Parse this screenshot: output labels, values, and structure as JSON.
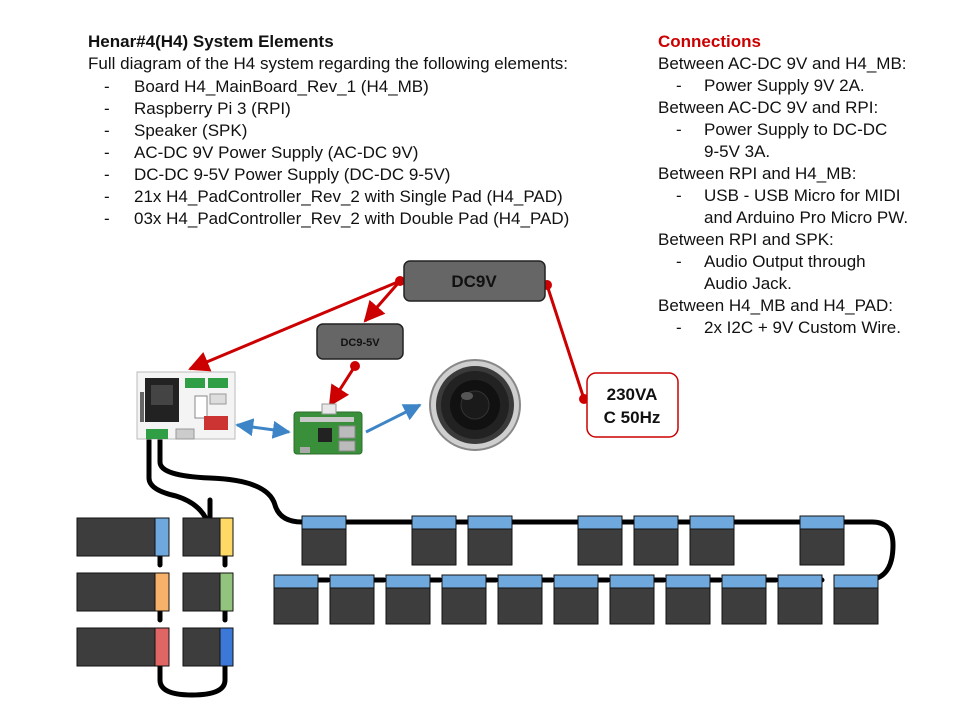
{
  "header": {
    "title": "Henar#4(H4) System Elements",
    "description": "Full diagram of the H4 system regarding the following elements:",
    "elements": [
      "Board H4_MainBoard_Rev_1 (H4_MB)",
      "Raspberry Pi 3 (RPI)",
      "Speaker (SPK)",
      "AC-DC 9V Power Supply (AC-DC 9V)",
      "DC-DC 9-5V Power Supply (DC-DC 9-5V)",
      "21x H4_PadController_Rev_2 with Single Pad (H4_PAD)",
      "03x H4_PadController_Rev_2 with Double Pad (H4_PAD)"
    ]
  },
  "connections": {
    "title": "Connections",
    "title_color": "#cc0000",
    "items": [
      {
        "pair": "Between AC-DC 9V and H4_MB:",
        "lines": [
          "Power Supply 9V 2A."
        ]
      },
      {
        "pair": "Between AC-DC 9V and RPI:",
        "lines": [
          "Power Supply to DC-DC",
          "9-5V 3A."
        ]
      },
      {
        "pair": "Between RPI and H4_MB:",
        "lines": [
          "USB - USB Micro for MIDI",
          "and Arduino Pro Micro PW."
        ]
      },
      {
        "pair": "Between RPI and SPK:",
        "lines": [
          "Audio Output through",
          "Audio Jack."
        ]
      },
      {
        "pair": "Between H4_MB and H4_PAD:",
        "lines": [
          "2x I2C + 9V Custom Wire."
        ]
      }
    ]
  },
  "diagram": {
    "dc9v_label": "DC9V",
    "dc95v_label": "DC9-5V",
    "mains_label_1": "230VA",
    "mains_label_2": "C 50Hz",
    "colors": {
      "power_line": "#cc0000",
      "data_line": "#3d85c6",
      "pad_body": "#3d3d3d",
      "pad_top": "#6fa8dc",
      "supply_box": "#666666",
      "cable": "#000000"
    },
    "double_pad_colors": [
      "#6fa8dc",
      "#ffd966",
      "#f6b26b",
      "#93c47d",
      "#e06666",
      "#3c78d8"
    ]
  }
}
